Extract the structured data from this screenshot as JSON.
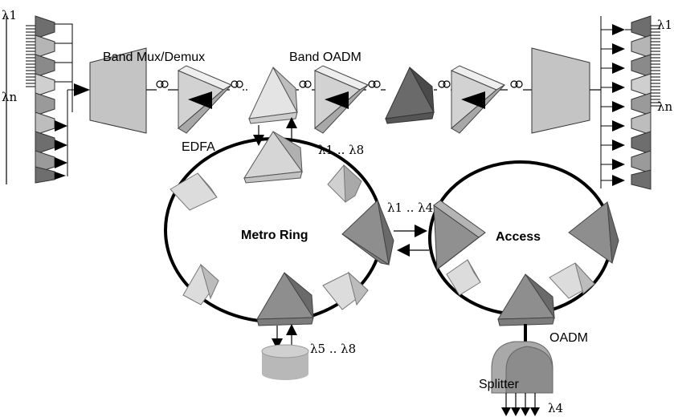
{
  "labels": {
    "band_mux_demux": "Band Mux/Demux",
    "band_oadm": "Band OADM",
    "edfa": "EDFA",
    "metro_ring": "Metro Ring",
    "access": "Access",
    "oadm": "OADM",
    "splitter": "Splitter"
  },
  "wavelengths": {
    "left_top": "λ1",
    "left_bottom": "λn",
    "right_top": "λ1",
    "right_bottom": "λn",
    "metro_top": "λ1 .. λ8",
    "interconnect": "λ1 .. λ4",
    "metro_drop": "λ5 ..  λ8",
    "splitter_out": "λ4"
  }
}
